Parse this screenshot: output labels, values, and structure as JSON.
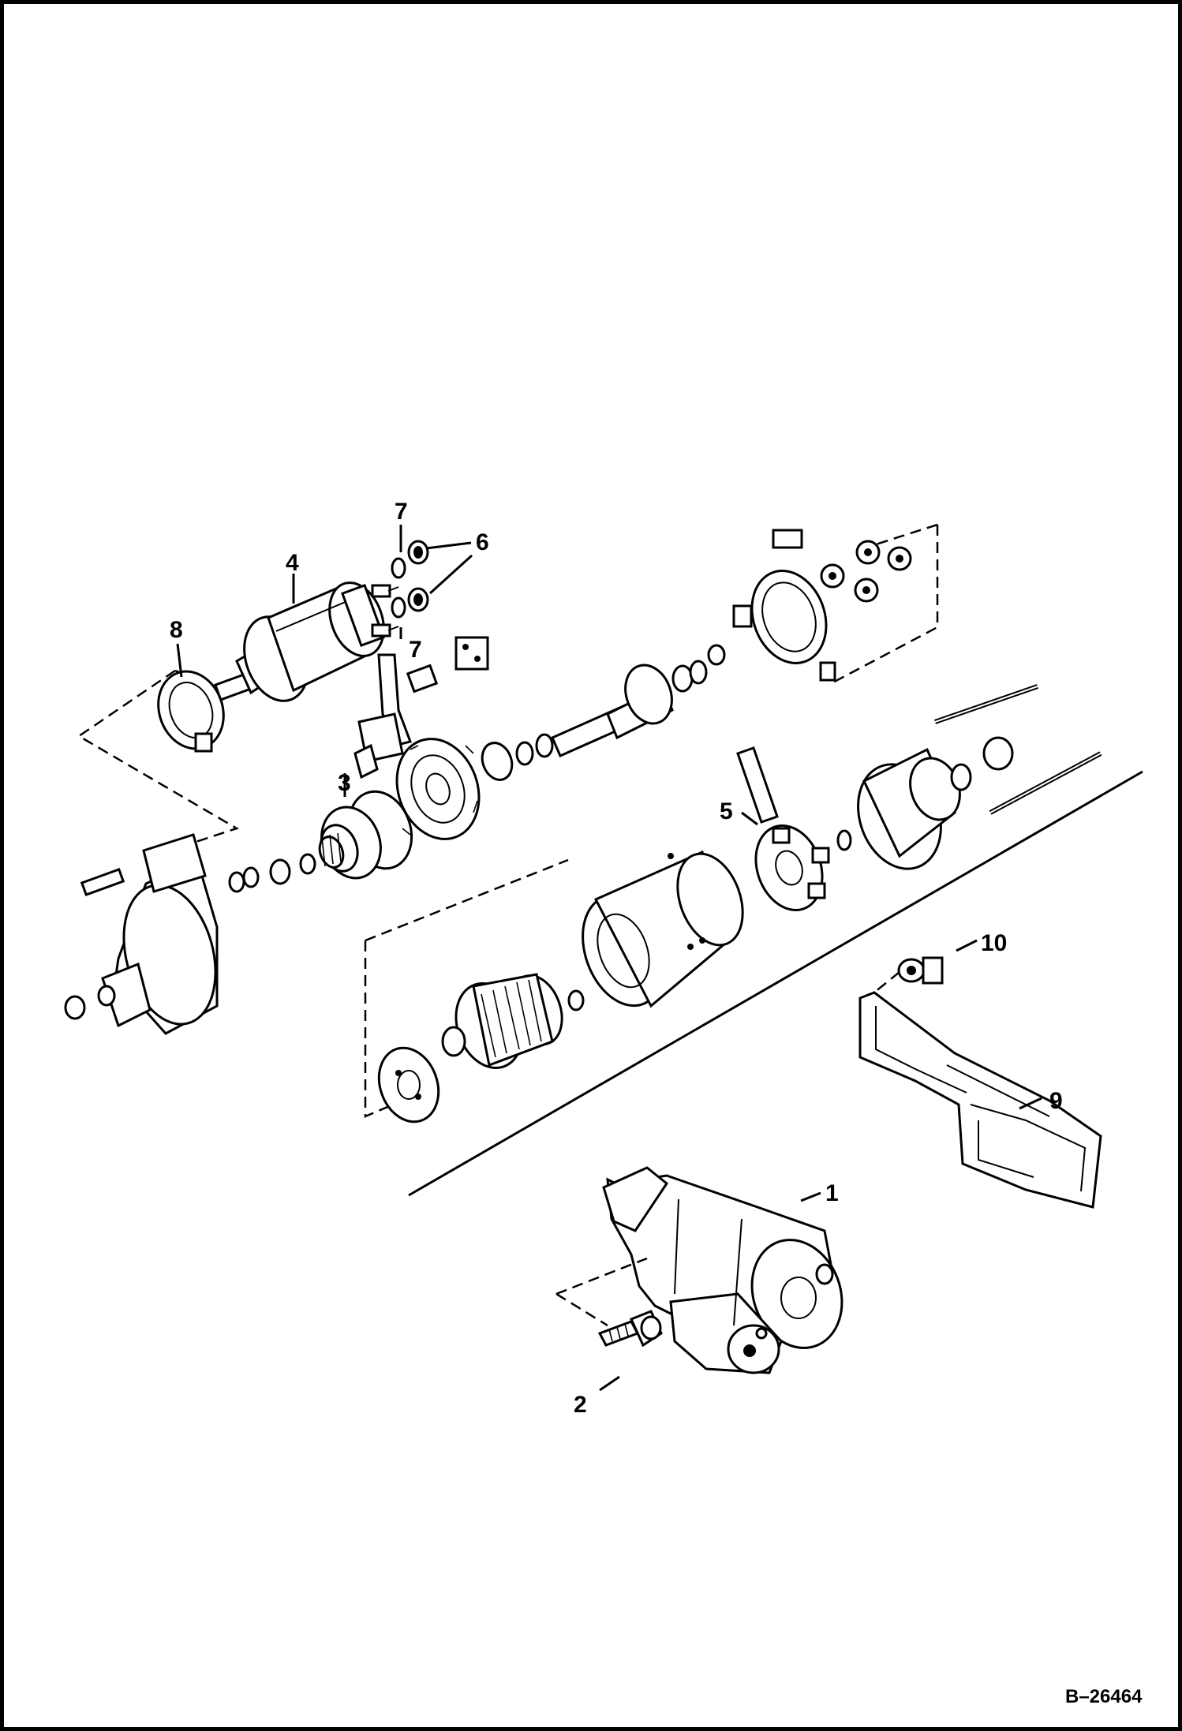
{
  "figure_ref": "B–26464",
  "callouts": [
    {
      "id": "1",
      "label": "1"
    },
    {
      "id": "2",
      "label": "2"
    },
    {
      "id": "3",
      "label": "3"
    },
    {
      "id": "4",
      "label": "4"
    },
    {
      "id": "5",
      "label": "5"
    },
    {
      "id": "6",
      "label": "6"
    },
    {
      "id": "7a",
      "label": "7"
    },
    {
      "id": "7b",
      "label": "7"
    },
    {
      "id": "8",
      "label": "8"
    },
    {
      "id": "9",
      "label": "9"
    },
    {
      "id": "10",
      "label": "10"
    }
  ]
}
